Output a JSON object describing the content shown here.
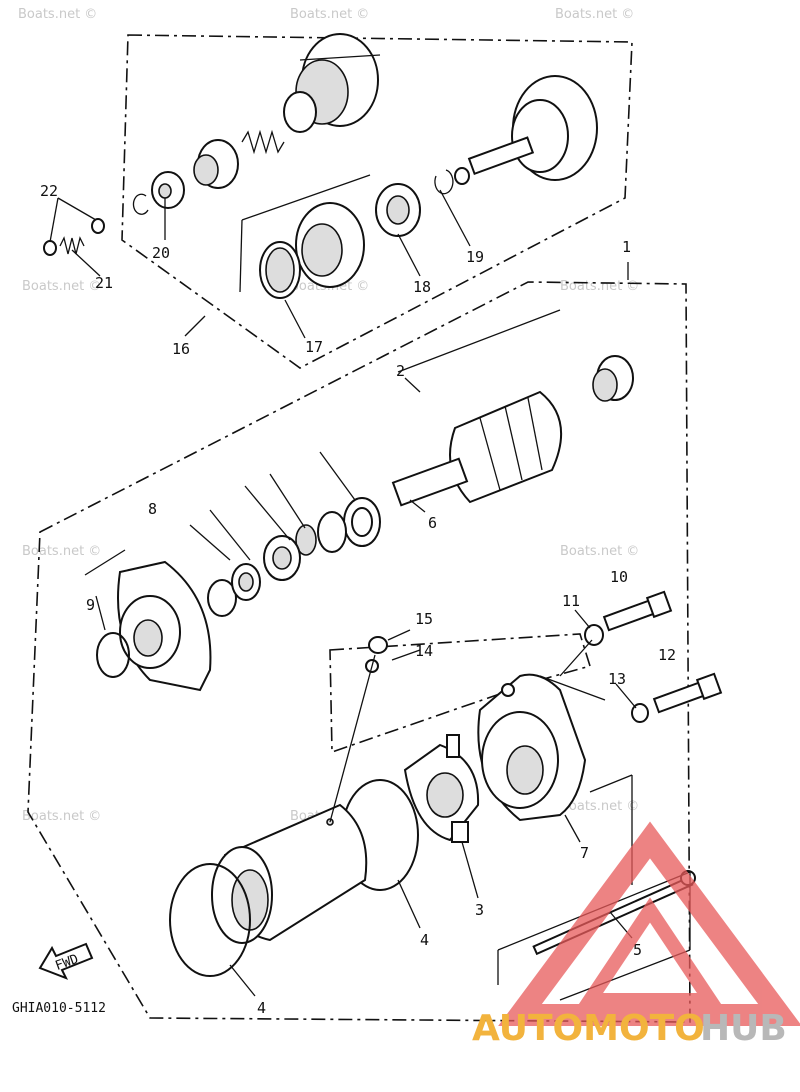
{
  "callouts": [
    {
      "id": "1",
      "text": "1"
    },
    {
      "id": "2",
      "text": "2"
    },
    {
      "id": "3",
      "text": "3"
    },
    {
      "id": "4a",
      "text": "4"
    },
    {
      "id": "4b",
      "text": "4"
    },
    {
      "id": "5",
      "text": "5"
    },
    {
      "id": "6",
      "text": "6"
    },
    {
      "id": "7",
      "text": "7"
    },
    {
      "id": "8",
      "text": "8"
    },
    {
      "id": "9",
      "text": "9"
    },
    {
      "id": "10",
      "text": "10"
    },
    {
      "id": "11",
      "text": "11"
    },
    {
      "id": "12",
      "text": "12"
    },
    {
      "id": "13",
      "text": "13"
    },
    {
      "id": "14",
      "text": "14"
    },
    {
      "id": "15",
      "text": "15"
    },
    {
      "id": "16",
      "text": "16"
    },
    {
      "id": "17",
      "text": "17"
    },
    {
      "id": "18",
      "text": "18"
    },
    {
      "id": "19",
      "text": "19"
    },
    {
      "id": "20",
      "text": "20"
    },
    {
      "id": "21",
      "text": "21"
    },
    {
      "id": "22",
      "text": "22"
    }
  ],
  "fwd_label": "FWD",
  "drawing_code": "GHIA010-5112",
  "watermark": "Boats.net ©",
  "brand": {
    "part1": "AUTOMOTO",
    "part2": "HUB",
    "color_primary": "#f2b33d",
    "color_secondary": "#b8b8b8",
    "logo_color": "#e85a5a"
  }
}
